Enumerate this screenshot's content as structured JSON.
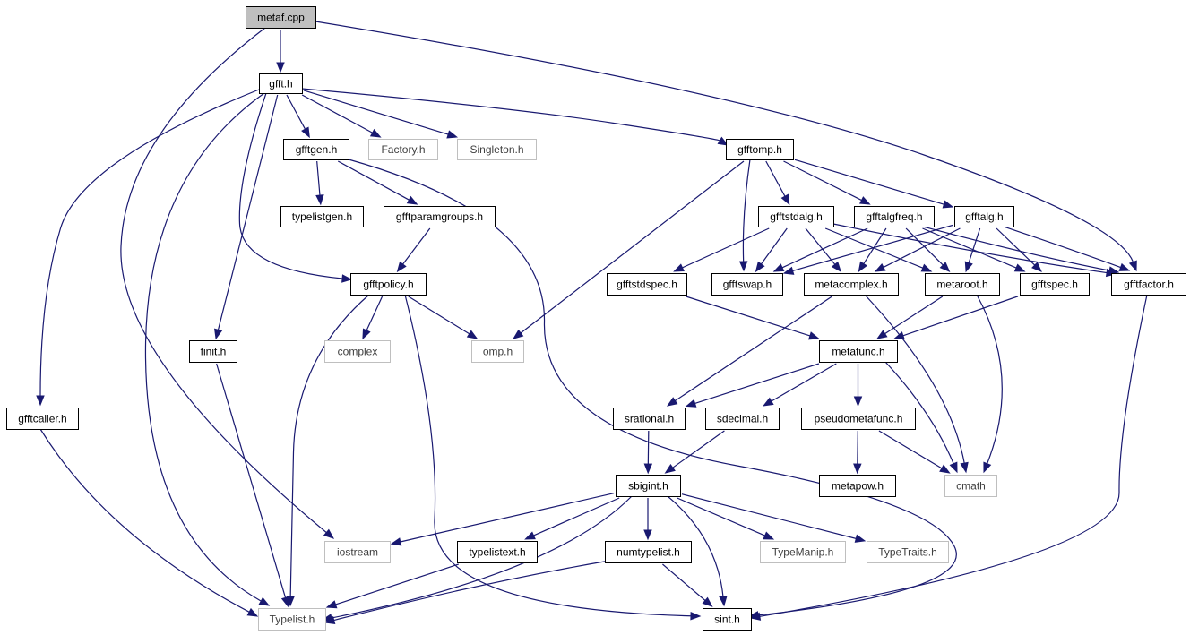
{
  "graph": {
    "edge_color": "#191970",
    "nodes": [
      {
        "id": "metaf_cpp",
        "label": "metaf.cpp",
        "style": "root"
      },
      {
        "id": "gfft_h",
        "label": "gfft.h",
        "style": "normal"
      },
      {
        "id": "gfftgen_h",
        "label": "gfftgen.h",
        "style": "normal"
      },
      {
        "id": "factory_h",
        "label": "Factory.h",
        "style": "external"
      },
      {
        "id": "singleton_h",
        "label": "Singleton.h",
        "style": "external"
      },
      {
        "id": "gfftomp_h",
        "label": "gfftomp.h",
        "style": "normal"
      },
      {
        "id": "typelistgen_h",
        "label": "typelistgen.h",
        "style": "normal"
      },
      {
        "id": "gfftparamgroups_h",
        "label": "gfftparamgroups.h",
        "style": "normal"
      },
      {
        "id": "gfftstdalg_h",
        "label": "gfftstdalg.h",
        "style": "normal"
      },
      {
        "id": "gfftalgfreq_h",
        "label": "gfftalgfreq.h",
        "style": "normal"
      },
      {
        "id": "gfftalg_h",
        "label": "gfftalg.h",
        "style": "normal"
      },
      {
        "id": "gfftpolicy_h",
        "label": "gfftpolicy.h",
        "style": "normal"
      },
      {
        "id": "gfftstdspec_h",
        "label": "gfftstdspec.h",
        "style": "normal"
      },
      {
        "id": "gfftswap_h",
        "label": "gfftswap.h",
        "style": "normal"
      },
      {
        "id": "metacomplex_h",
        "label": "metacomplex.h",
        "style": "normal"
      },
      {
        "id": "metaroot_h",
        "label": "metaroot.h",
        "style": "normal"
      },
      {
        "id": "gfftspec_h",
        "label": "gfftspec.h",
        "style": "normal"
      },
      {
        "id": "gfftfactor_h",
        "label": "gfftfactor.h",
        "style": "normal"
      },
      {
        "id": "finit_h",
        "label": "finit.h",
        "style": "normal"
      },
      {
        "id": "complex",
        "label": "complex",
        "style": "external"
      },
      {
        "id": "omp_h",
        "label": "omp.h",
        "style": "external"
      },
      {
        "id": "metafunc_h",
        "label": "metafunc.h",
        "style": "normal"
      },
      {
        "id": "gfftcaller_h",
        "label": "gfftcaller.h",
        "style": "normal"
      },
      {
        "id": "srational_h",
        "label": "srational.h",
        "style": "normal"
      },
      {
        "id": "sdecimal_h",
        "label": "sdecimal.h",
        "style": "normal"
      },
      {
        "id": "pseudometafunc_h",
        "label": "pseudometafunc.h",
        "style": "normal"
      },
      {
        "id": "sbigint_h",
        "label": "sbigint.h",
        "style": "normal"
      },
      {
        "id": "metapow_h",
        "label": "metapow.h",
        "style": "normal"
      },
      {
        "id": "cmath",
        "label": "cmath",
        "style": "external"
      },
      {
        "id": "iostream",
        "label": "iostream",
        "style": "external"
      },
      {
        "id": "typelistext_h",
        "label": "typelistext.h",
        "style": "normal"
      },
      {
        "id": "numtypelist_h",
        "label": "numtypelist.h",
        "style": "normal"
      },
      {
        "id": "typemanip_h",
        "label": "TypeManip.h",
        "style": "external"
      },
      {
        "id": "typetraits_h",
        "label": "TypeTraits.h",
        "style": "external"
      },
      {
        "id": "typelist_h",
        "label": "Typelist.h",
        "style": "external"
      },
      {
        "id": "sint_h",
        "label": "sint.h",
        "style": "normal"
      }
    ],
    "edges": [
      [
        "metaf_cpp",
        "gfft_h"
      ],
      [
        "metaf_cpp",
        "iostream"
      ],
      [
        "metaf_cpp",
        "gfftfactor_h"
      ],
      [
        "gfft_h",
        "gfftgen_h"
      ],
      [
        "gfft_h",
        "factory_h"
      ],
      [
        "gfft_h",
        "singleton_h"
      ],
      [
        "gfft_h",
        "gfftomp_h"
      ],
      [
        "gfft_h",
        "gfftpolicy_h"
      ],
      [
        "gfft_h",
        "finit_h"
      ],
      [
        "gfft_h",
        "gfftcaller_h"
      ],
      [
        "gfft_h",
        "typelist_h"
      ],
      [
        "gfftgen_h",
        "typelistgen_h"
      ],
      [
        "gfftgen_h",
        "gfftparamgroups_h"
      ],
      [
        "gfftgen_h",
        "sint_h"
      ],
      [
        "gfftparamgroups_h",
        "gfftpolicy_h"
      ],
      [
        "gfftomp_h",
        "gfftstdalg_h"
      ],
      [
        "gfftomp_h",
        "gfftalgfreq_h"
      ],
      [
        "gfftomp_h",
        "gfftalg_h"
      ],
      [
        "gfftomp_h",
        "gfftswap_h"
      ],
      [
        "gfftomp_h",
        "omp_h"
      ],
      [
        "gfftstdalg_h",
        "gfftstdspec_h"
      ],
      [
        "gfftstdalg_h",
        "gfftswap_h"
      ],
      [
        "gfftstdalg_h",
        "metacomplex_h"
      ],
      [
        "gfftstdalg_h",
        "metaroot_h"
      ],
      [
        "gfftstdalg_h",
        "gfftfactor_h"
      ],
      [
        "gfftalgfreq_h",
        "gfftswap_h"
      ],
      [
        "gfftalgfreq_h",
        "metacomplex_h"
      ],
      [
        "gfftalgfreq_h",
        "metaroot_h"
      ],
      [
        "gfftalgfreq_h",
        "gfftspec_h"
      ],
      [
        "gfftalgfreq_h",
        "gfftfactor_h"
      ],
      [
        "gfftalg_h",
        "gfftswap_h"
      ],
      [
        "gfftalg_h",
        "metacomplex_h"
      ],
      [
        "gfftalg_h",
        "metaroot_h"
      ],
      [
        "gfftalg_h",
        "gfftspec_h"
      ],
      [
        "gfftalg_h",
        "gfftfactor_h"
      ],
      [
        "gfftpolicy_h",
        "complex"
      ],
      [
        "gfftpolicy_h",
        "omp_h"
      ],
      [
        "gfftpolicy_h",
        "typelist_h"
      ],
      [
        "gfftpolicy_h",
        "sint_h"
      ],
      [
        "gfftstdspec_h",
        "metafunc_h"
      ],
      [
        "metacomplex_h",
        "srational_h"
      ],
      [
        "metacomplex_h",
        "cmath"
      ],
      [
        "metaroot_h",
        "metafunc_h"
      ],
      [
        "metaroot_h",
        "cmath"
      ],
      [
        "gfftspec_h",
        "metafunc_h"
      ],
      [
        "gfftfactor_h",
        "sint_h"
      ],
      [
        "finit_h",
        "typelist_h"
      ],
      [
        "metafunc_h",
        "srational_h"
      ],
      [
        "metafunc_h",
        "sdecimal_h"
      ],
      [
        "metafunc_h",
        "pseudometafunc_h"
      ],
      [
        "metafunc_h",
        "cmath"
      ],
      [
        "gfftcaller_h",
        "typelist_h"
      ],
      [
        "srational_h",
        "sbigint_h"
      ],
      [
        "sdecimal_h",
        "sbigint_h"
      ],
      [
        "pseudometafunc_h",
        "metapow_h"
      ],
      [
        "pseudometafunc_h",
        "cmath"
      ],
      [
        "sbigint_h",
        "iostream"
      ],
      [
        "sbigint_h",
        "typelistext_h"
      ],
      [
        "sbigint_h",
        "numtypelist_h"
      ],
      [
        "sbigint_h",
        "typemanip_h"
      ],
      [
        "sbigint_h",
        "typetraits_h"
      ],
      [
        "sbigint_h",
        "typelist_h"
      ],
      [
        "sbigint_h",
        "sint_h"
      ],
      [
        "typelistext_h",
        "typelist_h"
      ],
      [
        "numtypelist_h",
        "typelist_h"
      ],
      [
        "numtypelist_h",
        "sint_h"
      ]
    ]
  }
}
